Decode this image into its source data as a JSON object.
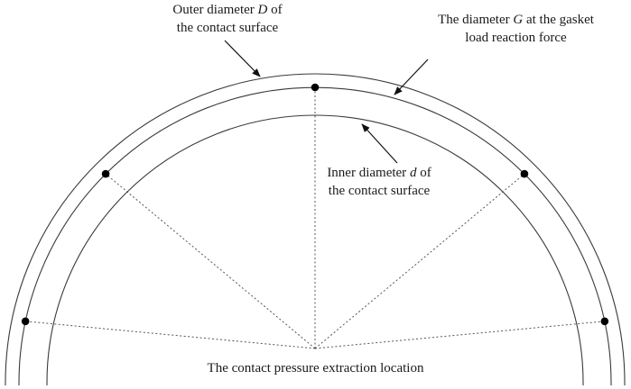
{
  "labels": {
    "outer": {
      "line1_pre": "Outer diameter ",
      "line1_var": "D",
      "line1_post": " of",
      "line2": "the contact surface"
    },
    "gasket": {
      "line1_pre": "The diameter ",
      "line1_var": "G",
      "line1_post": " at the gasket",
      "line2": "load reaction force"
    },
    "inner": {
      "line1_pre": "Inner diameter ",
      "line1_var": "d",
      "line1_post": " of",
      "line2": "the contact surface"
    },
    "bottom": "The contact pressure extraction location"
  },
  "extraction_points_angles_deg": [
    12,
    45,
    90,
    135,
    168
  ],
  "colors": {
    "stroke": "#3a3a3a",
    "dashed": "#555555",
    "point": "#000000",
    "text": "#1a1a1a"
  }
}
